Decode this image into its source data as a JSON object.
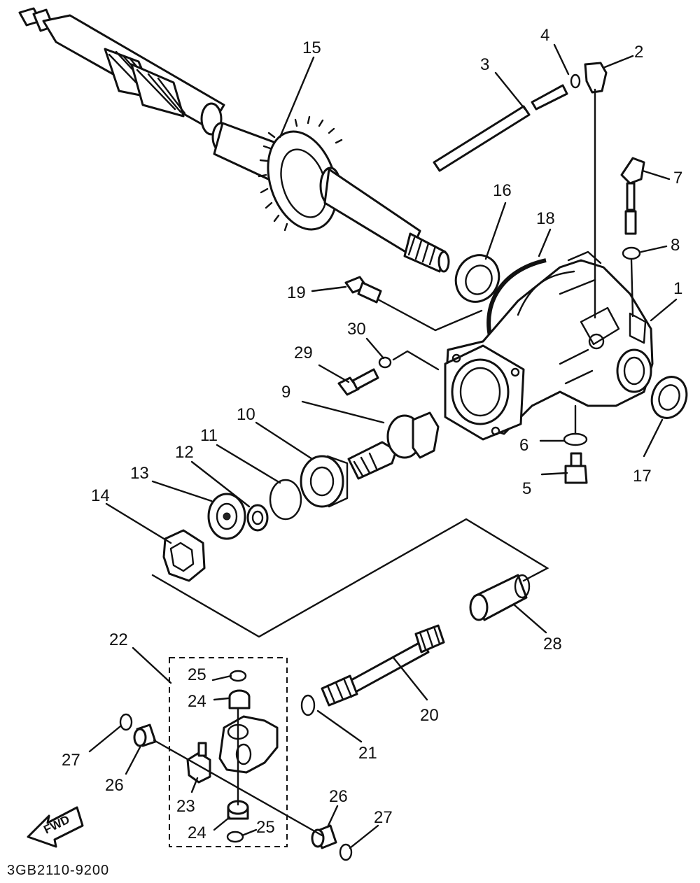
{
  "diagram": {
    "drawing_code": "3GB2110-9200",
    "direction_label": "FWD",
    "callouts": {
      "c1": "1",
      "c2": "2",
      "c3": "3",
      "c4": "4",
      "c5": "5",
      "c6": "6",
      "c7": "7",
      "c8": "8",
      "c9": "9",
      "c10": "10",
      "c11": "11",
      "c12": "12",
      "c13": "13",
      "c14": "14",
      "c15": "15",
      "c16": "16",
      "c17": "17",
      "c18": "18",
      "c19": "19",
      "c20": "20",
      "c21": "21",
      "c22": "22",
      "c23": "23",
      "c24a": "24",
      "c24b": "24",
      "c25a": "25",
      "c25b": "25",
      "c26a": "26",
      "c26b": "26",
      "c27a": "27",
      "c27b": "27",
      "c28": "28",
      "c29": "29",
      "c30": "30"
    }
  }
}
